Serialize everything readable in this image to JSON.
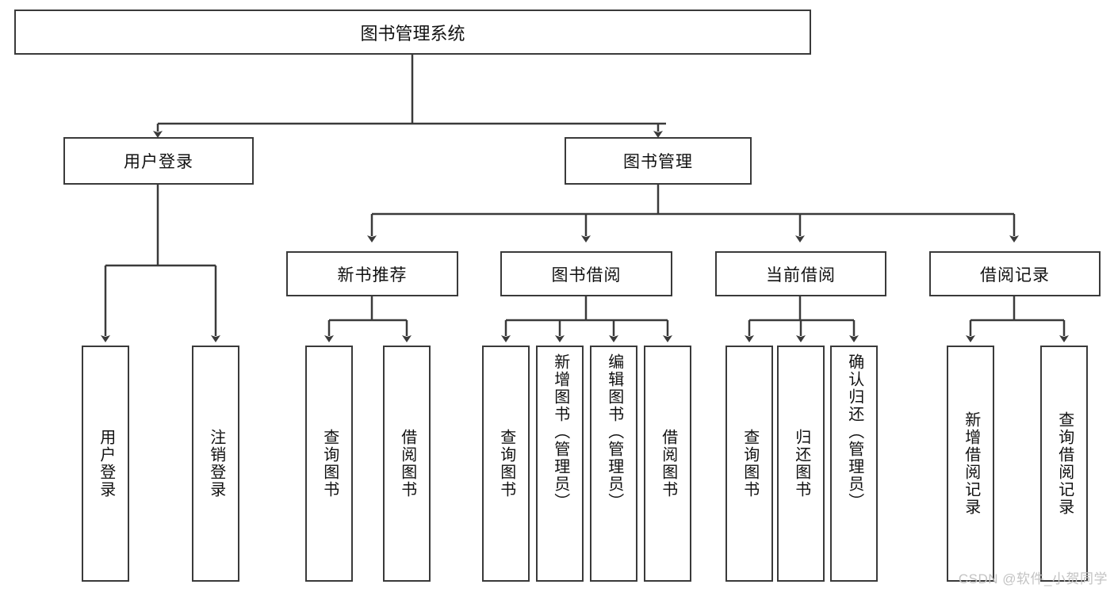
{
  "diagram": {
    "type": "tree",
    "title": "图书管理系统",
    "root": {
      "label": "图书管理系统"
    },
    "level1": [
      {
        "label": "用户登录"
      },
      {
        "label": "图书管理"
      }
    ],
    "level2": [
      {
        "label": "新书推荐"
      },
      {
        "label": "图书借阅"
      },
      {
        "label": "当前借阅"
      },
      {
        "label": "借阅记录"
      }
    ],
    "leaves": {
      "user_login": [
        {
          "label": "用户登录"
        },
        {
          "label": "注销登录"
        }
      ],
      "new_book_recommend": [
        {
          "label": "查询图书"
        },
        {
          "label": "借阅图书"
        }
      ],
      "book_borrow": [
        {
          "label": "查询图书"
        },
        {
          "label": "新增图书（管理员）"
        },
        {
          "label": "编辑图书（管理员）"
        },
        {
          "label": "借阅图书"
        }
      ],
      "current_borrow": [
        {
          "label": "查询图书"
        },
        {
          "label": "归还图书"
        },
        {
          "label": "确认归还（管理员）"
        }
      ],
      "borrow_record": [
        {
          "label": "新增借阅记录"
        },
        {
          "label": "查询借阅记录"
        }
      ]
    },
    "colors": {
      "stroke": "#3a3a3a",
      "text": "#111111",
      "background": "#ffffff",
      "watermark": "#c3c3c3"
    }
  },
  "watermark": {
    "text": "CSDN @软件_小贺同学"
  }
}
